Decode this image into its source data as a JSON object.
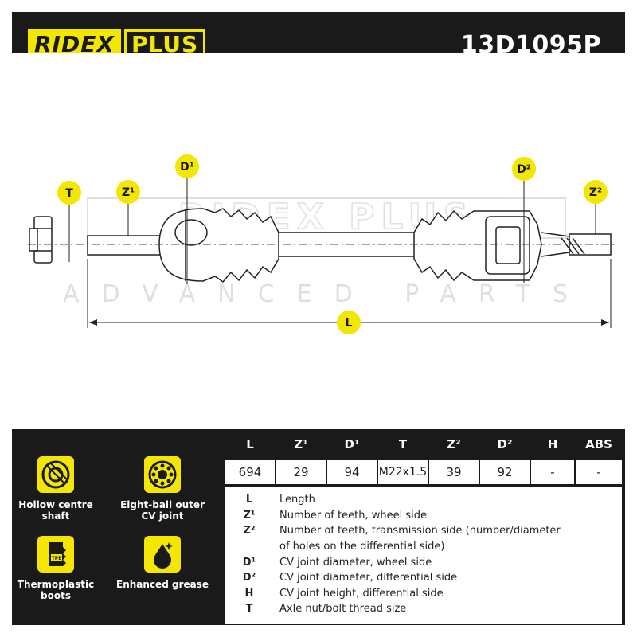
{
  "brand": {
    "name_part1": "RIDEX",
    "name_part2": "PLUS"
  },
  "part_number": "13D1095P",
  "watermark": {
    "line1": "RIDEX PLUS",
    "line2": "ADVANCED PARTS"
  },
  "dimensions": {
    "T": "T",
    "Z1": "Z¹",
    "D1": "D¹",
    "D2": "D²",
    "Z2": "Z²",
    "L": "L"
  },
  "features": [
    {
      "icon": "hollow-shaft-icon",
      "label": "Hollow centre shaft"
    },
    {
      "icon": "eight-ball-joint-icon",
      "label": "Eight-ball outer CV joint"
    },
    {
      "icon": "tpe-boot-icon",
      "label": "Thermoplastic boots"
    },
    {
      "icon": "grease-icon",
      "label": "Enhanced grease"
    }
  ],
  "spec_table": {
    "headers": [
      "L",
      "Z¹",
      "D¹",
      "T",
      "Z²",
      "D²",
      "H",
      "ABS"
    ],
    "values": [
      "694",
      "29",
      "94",
      "M22x1.5",
      "39",
      "92",
      "-",
      "-"
    ]
  },
  "legend": [
    {
      "key": "L",
      "desc": "Length"
    },
    {
      "key": "Z¹",
      "desc": "Number of teeth, wheel side"
    },
    {
      "key": "Z²",
      "desc": "Number of teeth, transmission side (number/diameter"
    },
    {
      "key": "",
      "desc": "of holes on the differential side)"
    },
    {
      "key": "D¹",
      "desc": "CV joint diameter, wheel side"
    },
    {
      "key": "D²",
      "desc": "CV joint diameter, differential side"
    },
    {
      "key": "H",
      "desc": "CV joint height, differential side"
    },
    {
      "key": "T",
      "desc": "Axle nut/bolt thread size"
    }
  ],
  "colors": {
    "accent": "#f3e600",
    "dark": "#1a1a1a"
  }
}
